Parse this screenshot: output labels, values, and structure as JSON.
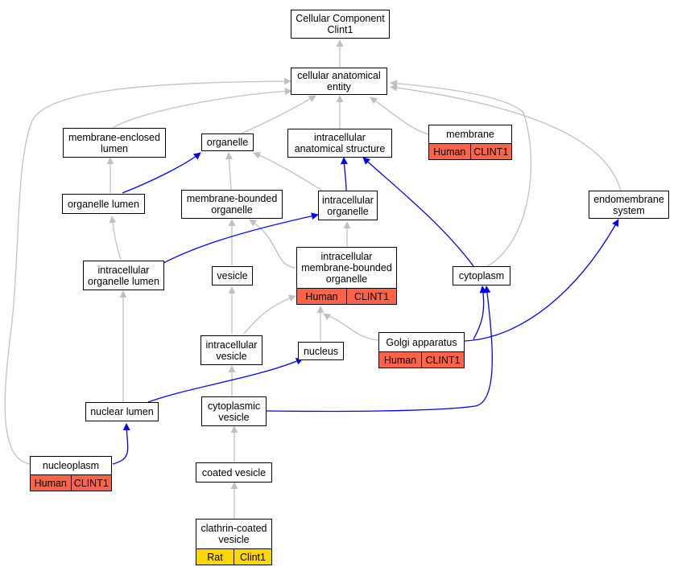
{
  "colors": {
    "gray_edge": "#c0c0c0",
    "blue_edge": "#0000ff",
    "human_fill": "#ff6347",
    "rat_fill": "#ffd700"
  },
  "nodes": {
    "root": {
      "label": "Cellular Component\nClint1"
    },
    "cellular_anatomical_entity": {
      "label": "cellular anatomical\nentity"
    },
    "membrane_enclosed_lumen": {
      "label": "membrane-enclosed\nlumen"
    },
    "organelle": {
      "label": "organelle"
    },
    "intracellular_anatomical_structure": {
      "label": "intracellular\nanatomical structure"
    },
    "membrane": {
      "label": "membrane",
      "species": "Human",
      "gene": "CLINT1"
    },
    "organelle_lumen": {
      "label": "organelle lumen"
    },
    "membrane_bounded_organelle": {
      "label": "membrane-bounded\norganelle"
    },
    "intracellular_organelle": {
      "label": "intracellular\norganelle"
    },
    "endomembrane_system": {
      "label": "endomembrane\nsystem"
    },
    "intracellular_organelle_lumen": {
      "label": "intracellular\norganelle lumen"
    },
    "vesicle": {
      "label": "vesicle"
    },
    "intracellular_membrane_bounded_organelle": {
      "label": "intracellular\nmembrane-bounded\norganelle",
      "species": "Human",
      "gene": "CLINT1"
    },
    "cytoplasm": {
      "label": "cytoplasm"
    },
    "intracellular_vesicle": {
      "label": "intracellular\nvesicle"
    },
    "nucleus": {
      "label": "nucleus"
    },
    "golgi_apparatus": {
      "label": "Golgi apparatus",
      "species": "Human",
      "gene": "CLINT1"
    },
    "nuclear_lumen": {
      "label": "nuclear lumen"
    },
    "cytoplasmic_vesicle": {
      "label": "cytoplasmic\nvesicle"
    },
    "nucleoplasm": {
      "label": "nucleoplasm",
      "species": "Human",
      "gene": "CLINT1"
    },
    "coated_vesicle": {
      "label": "coated vesicle"
    },
    "clathrin_coated_vesicle": {
      "label": "clathrin-coated\nvesicle",
      "species": "Rat",
      "gene": "Clint1"
    }
  },
  "edges": [
    {
      "from": "cellular_anatomical_entity",
      "to": "root",
      "type": "gray"
    },
    {
      "from": "membrane_enclosed_lumen",
      "to": "cellular_anatomical_entity",
      "type": "gray"
    },
    {
      "from": "organelle",
      "to": "cellular_anatomical_entity",
      "type": "gray"
    },
    {
      "from": "intracellular_anatomical_structure",
      "to": "cellular_anatomical_entity",
      "type": "gray"
    },
    {
      "from": "membrane",
      "to": "cellular_anatomical_entity",
      "type": "gray"
    },
    {
      "from": "endomembrane_system",
      "to": "cellular_anatomical_entity",
      "type": "gray"
    },
    {
      "from": "cytoplasm",
      "to": "cellular_anatomical_entity",
      "type": "gray"
    },
    {
      "from": "nucleoplasm",
      "to": "cellular_anatomical_entity",
      "type": "gray"
    },
    {
      "from": "organelle_lumen",
      "to": "membrane_enclosed_lumen",
      "type": "gray"
    },
    {
      "from": "organelle_lumen",
      "to": "organelle",
      "type": "blue"
    },
    {
      "from": "membrane_bounded_organelle",
      "to": "organelle",
      "type": "gray"
    },
    {
      "from": "intracellular_organelle",
      "to": "organelle",
      "type": "gray"
    },
    {
      "from": "intracellular_organelle",
      "to": "intracellular_anatomical_structure",
      "type": "blue"
    },
    {
      "from": "cytoplasm",
      "to": "intracellular_anatomical_structure",
      "type": "blue"
    },
    {
      "from": "intracellular_organelle_lumen",
      "to": "organelle_lumen",
      "type": "gray"
    },
    {
      "from": "intracellular_organelle_lumen",
      "to": "intracellular_organelle",
      "type": "blue"
    },
    {
      "from": "vesicle",
      "to": "membrane_bounded_organelle",
      "type": "gray"
    },
    {
      "from": "intracellular_membrane_bounded_organelle",
      "to": "membrane_bounded_organelle",
      "type": "gray"
    },
    {
      "from": "intracellular_membrane_bounded_organelle",
      "to": "intracellular_organelle",
      "type": "gray"
    },
    {
      "from": "golgi_apparatus",
      "to": "endomembrane_system",
      "type": "blue"
    },
    {
      "from": "golgi_apparatus",
      "to": "cytoplasm",
      "type": "blue"
    },
    {
      "from": "golgi_apparatus",
      "to": "intracellular_membrane_bounded_organelle",
      "type": "gray"
    },
    {
      "from": "nuclear_lumen",
      "to": "intracellular_organelle_lumen",
      "type": "gray"
    },
    {
      "from": "intracellular_vesicle",
      "to": "vesicle",
      "type": "gray"
    },
    {
      "from": "intracellular_vesicle",
      "to": "intracellular_membrane_bounded_organelle",
      "type": "gray"
    },
    {
      "from": "nucleus",
      "to": "intracellular_membrane_bounded_organelle",
      "type": "gray"
    },
    {
      "from": "nuclear_lumen",
      "to": "nucleus",
      "type": "blue"
    },
    {
      "from": "cytoplasmic_vesicle",
      "to": "intracellular_vesicle",
      "type": "gray"
    },
    {
      "from": "cytoplasmic_vesicle",
      "to": "cytoplasm",
      "type": "blue"
    },
    {
      "from": "nucleoplasm",
      "to": "nuclear_lumen",
      "type": "blue"
    },
    {
      "from": "coated_vesicle",
      "to": "cytoplasmic_vesicle",
      "type": "gray"
    },
    {
      "from": "clathrin_coated_vesicle",
      "to": "coated_vesicle",
      "type": "gray"
    }
  ]
}
